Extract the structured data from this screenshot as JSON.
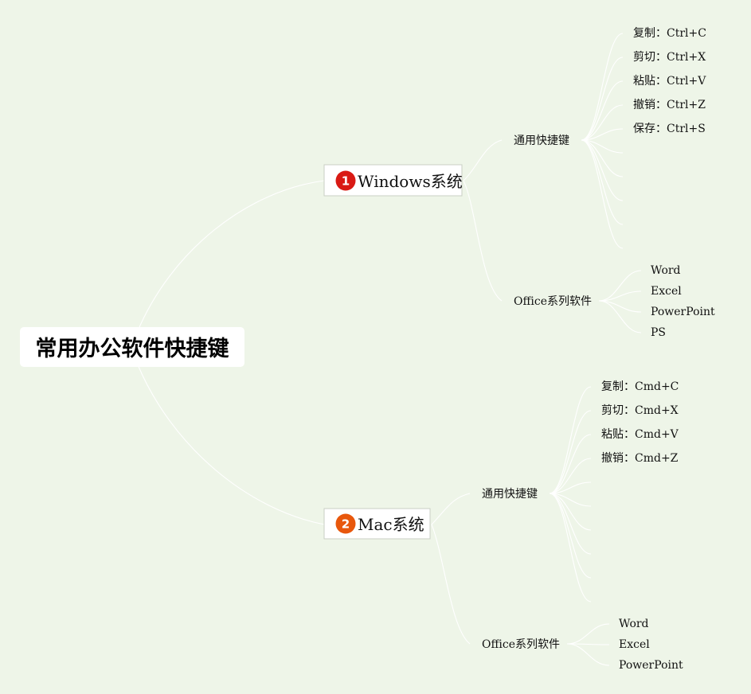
{
  "root": {
    "title": "常用办公软件快捷键"
  },
  "windows": {
    "badge": "1",
    "badge_color": "#d91a14",
    "label": "Windows系统",
    "shortcuts": {
      "label": "通用快捷键",
      "items": [
        {
          "action": "复制",
          "keys": "Ctrl+C"
        },
        {
          "action": "剪切",
          "keys": "Ctrl+X"
        },
        {
          "action": "粘贴",
          "keys": "Ctrl+V"
        },
        {
          "action": "撤销",
          "keys": "Ctrl+Z"
        },
        {
          "action": "保存",
          "keys": "Ctrl+S"
        }
      ]
    },
    "office": {
      "label": "Office系列软件",
      "items": [
        "Word",
        "Excel",
        "PowerPoint",
        "PS"
      ]
    }
  },
  "mac": {
    "badge": "2",
    "badge_color": "#e8570c",
    "label": "Mac系统",
    "shortcuts": {
      "label": "通用快捷键",
      "items": [
        {
          "action": "复制",
          "keys": "Cmd+C"
        },
        {
          "action": "剪切",
          "keys": "Cmd+X"
        },
        {
          "action": "粘贴",
          "keys": "Cmd+V"
        },
        {
          "action": "撤销",
          "keys": "Cmd+Z"
        }
      ]
    },
    "office": {
      "label": "Office系列软件",
      "items": [
        "Word",
        "Excel",
        "PowerPoint"
      ]
    }
  },
  "separator": "："
}
